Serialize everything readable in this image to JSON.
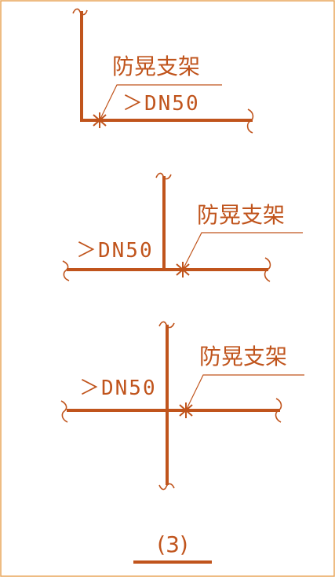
{
  "detail_1": {
    "support_label": "防晃支架",
    "pipe_size": "＞DN50"
  },
  "detail_2": {
    "support_label": "防晃支架",
    "pipe_size": "＞DN50"
  },
  "detail_3": {
    "support_label": "防晃支架",
    "pipe_size": "＞DN50"
  },
  "figure": {
    "caption": "(3)"
  },
  "colors": {
    "line": "#c0541c",
    "frame": "#e8a55a"
  }
}
